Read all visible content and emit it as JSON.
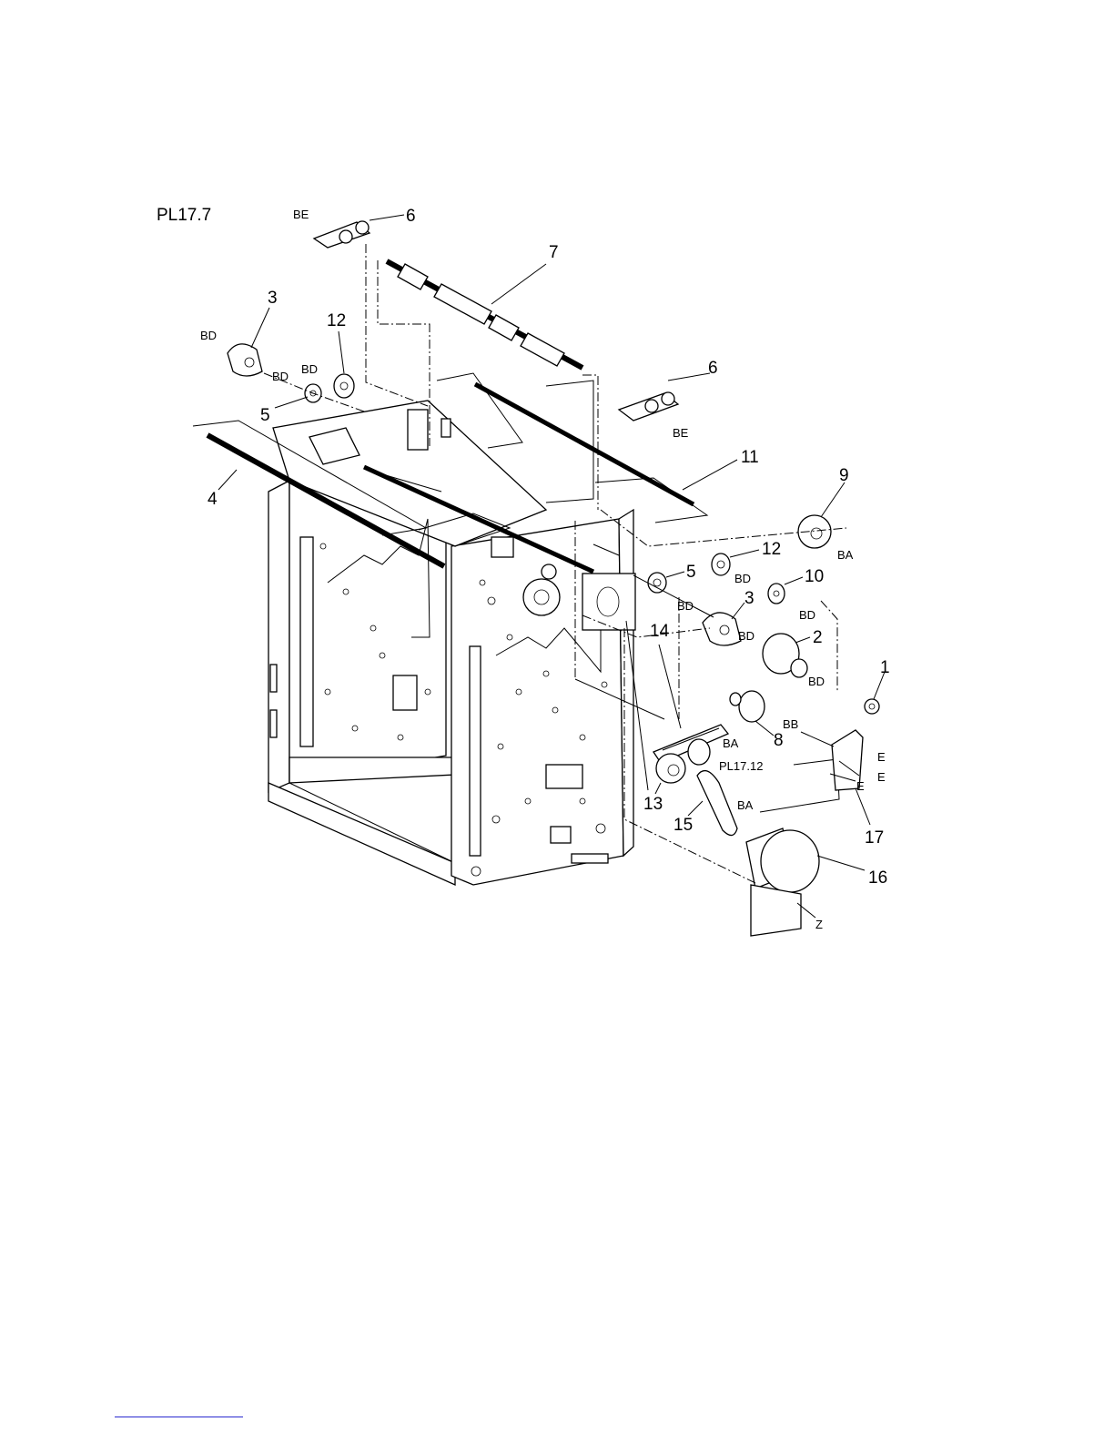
{
  "plate": {
    "title": "PL17.7"
  },
  "callouts": [
    {
      "id": "c6a",
      "label": "6"
    },
    {
      "id": "c7",
      "label": "7"
    },
    {
      "id": "c3a",
      "label": "3"
    },
    {
      "id": "c12a",
      "label": "12"
    },
    {
      "id": "c5a",
      "label": "5"
    },
    {
      "id": "c6b",
      "label": "6"
    },
    {
      "id": "c4",
      "label": "4"
    },
    {
      "id": "c11",
      "label": "11"
    },
    {
      "id": "c9",
      "label": "9"
    },
    {
      "id": "c12b",
      "label": "12"
    },
    {
      "id": "c5b",
      "label": "5"
    },
    {
      "id": "c10",
      "label": "10"
    },
    {
      "id": "c3b",
      "label": "3"
    },
    {
      "id": "c2",
      "label": "2"
    },
    {
      "id": "c1",
      "label": "1"
    },
    {
      "id": "c14",
      "label": "14"
    },
    {
      "id": "c8",
      "label": "8"
    },
    {
      "id": "c13",
      "label": "13"
    },
    {
      "id": "c15",
      "label": "15"
    },
    {
      "id": "c17",
      "label": "17"
    },
    {
      "id": "c16",
      "label": "16"
    }
  ],
  "codes": [
    {
      "id": "k-be-a",
      "label": "BE"
    },
    {
      "id": "k-bd-a",
      "label": "BD"
    },
    {
      "id": "k-bd-b",
      "label": "BD"
    },
    {
      "id": "k-bd-c",
      "label": "BD"
    },
    {
      "id": "k-be-b",
      "label": "BE"
    },
    {
      "id": "k-ba-a",
      "label": "BA"
    },
    {
      "id": "k-bd-d",
      "label": "BD"
    },
    {
      "id": "k-bd-e",
      "label": "BD"
    },
    {
      "id": "k-bd-f",
      "label": "BD"
    },
    {
      "id": "k-bd-g",
      "label": "BD"
    },
    {
      "id": "k-bd-h",
      "label": "BD"
    },
    {
      "id": "k-ba-b",
      "label": "BA"
    },
    {
      "id": "k-bb",
      "label": "BB"
    },
    {
      "id": "k-pl",
      "label": "PL17.12"
    },
    {
      "id": "k-e-a",
      "label": "E"
    },
    {
      "id": "k-e-b",
      "label": "E"
    },
    {
      "id": "k-e-c",
      "label": "E"
    },
    {
      "id": "k-ba-c",
      "label": "BA"
    },
    {
      "id": "k-z",
      "label": "Z"
    }
  ]
}
